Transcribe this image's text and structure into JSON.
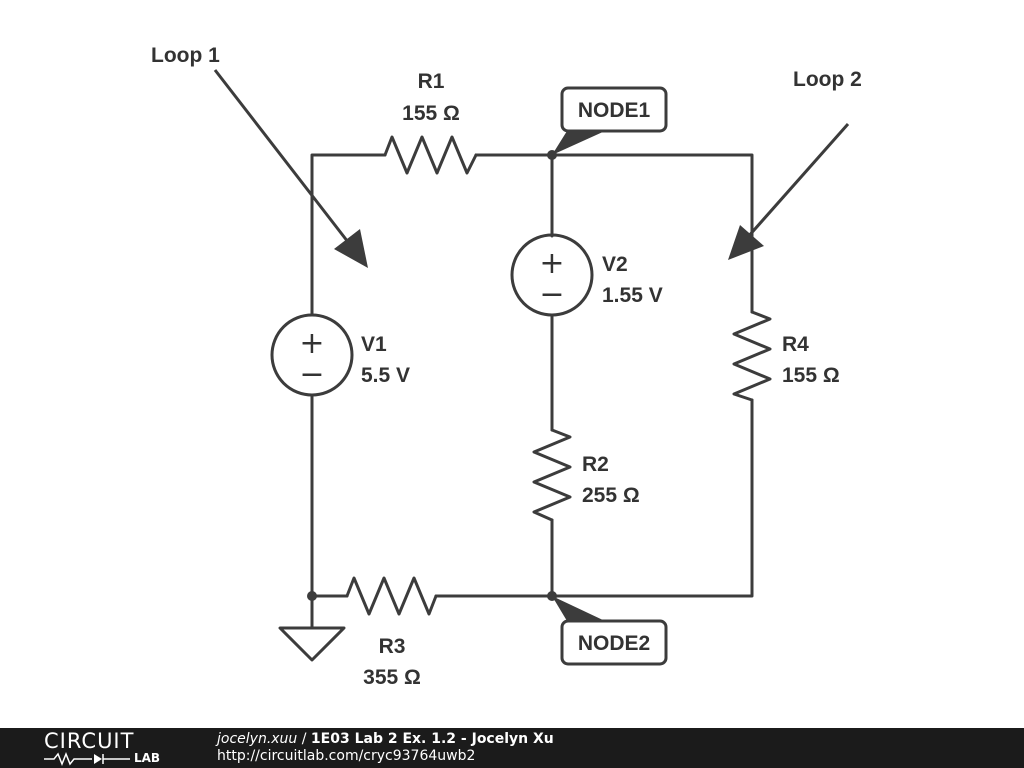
{
  "diagram": {
    "loop_labels": [
      "Loop 1",
      "Loop 2"
    ],
    "components": {
      "r1": {
        "name": "R1",
        "value": "155 Ω"
      },
      "r2": {
        "name": "R2",
        "value": "255 Ω"
      },
      "r3": {
        "name": "R3",
        "value": "355 Ω"
      },
      "r4": {
        "name": "R4",
        "value": "155 Ω"
      },
      "v1": {
        "name": "V1",
        "value": "5.5 V"
      },
      "v2": {
        "name": "V2",
        "value": "1.55 V"
      }
    },
    "nodes": [
      "NODE1",
      "NODE2"
    ],
    "source_signs": {
      "plus": "+",
      "minus": "−"
    }
  },
  "footer": {
    "logo_top": "CIRCUIT",
    "logo_bottom": "LAB",
    "user": "jocelyn.xuu",
    "separator": " / ",
    "title": "1E03 Lab 2 Ex. 1.2 - Jocelyn Xu",
    "url": "http://circuitlab.com/cryc93764uwb2"
  },
  "colors": {
    "ink": "#3c3c3c",
    "footer_bg": "#1b1b1b",
    "footer_text": "#ffffff"
  }
}
